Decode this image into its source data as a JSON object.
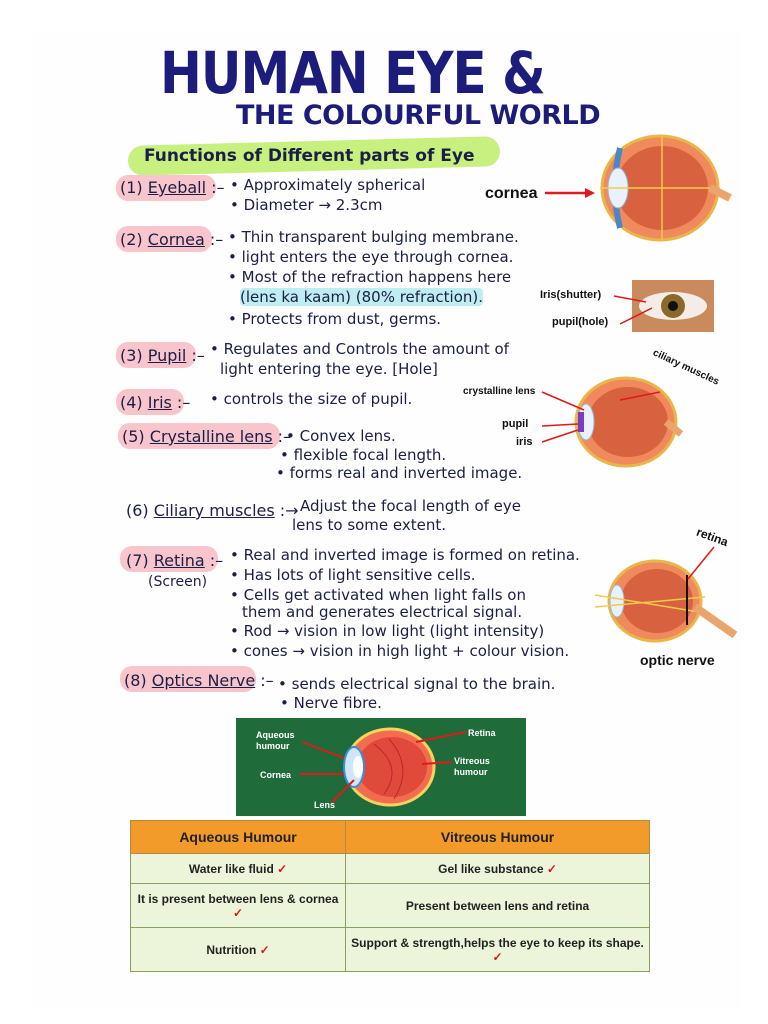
{
  "title": "HUMAN EYE &",
  "subtitle_line": "THE COLOURFUL WORLD",
  "section_heading": "Functions of Different parts of Eye",
  "parts": [
    {
      "num": "(1)",
      "name": "Eyeball",
      "points": [
        "Approximately spherical",
        "Diameter → 2.3cm"
      ]
    },
    {
      "num": "(2)",
      "name": "Cornea",
      "points": [
        "Thin transparent bulging membrane.",
        "light enters the eye through cornea.",
        "Most of the refraction happens here",
        "(lens ka kaam) (80% refraction).",
        "Protects from dust, germs."
      ]
    },
    {
      "num": "(3)",
      "name": "Pupil",
      "points": [
        "Regulates and Controls the amount of",
        "light entering the eye. [Hole]"
      ]
    },
    {
      "num": "(4)",
      "name": "Iris",
      "points": [
        "controls the size of pupil."
      ]
    },
    {
      "num": "(5)",
      "name": "Crystalline lens",
      "points": [
        "Convex lens.",
        "flexible focal length.",
        "forms real and inverted image."
      ]
    },
    {
      "num": "(6)",
      "name": "Ciliary muscles",
      "points": [
        "Adjust the focal length of eye",
        "lens to some extent."
      ]
    },
    {
      "num": "(7)",
      "name": "Retina",
      "note": "(Screen)",
      "points": [
        "Real and inverted image is formed on retina.",
        "Has lots of light sensitive cells.",
        "Cells get activated when light falls on",
        "them and generates electrical signal.",
        "Rod → vision in low light (light intensity)",
        "cones → vision in high light + colour vision."
      ]
    },
    {
      "num": "(8)",
      "name": "Optics Nerve",
      "points": [
        "sends electrical signal to the brain.",
        "Nerve fibre."
      ]
    }
  ],
  "figure_labels": {
    "cornea": "cornea",
    "iris": "Iris(shutter)",
    "pupil": "pupil(hole)",
    "crystalline_lens": "crystalline lens",
    "ciliary_muscles": "ciliary muscles",
    "pupil2": "pupil",
    "iris2": "iris",
    "retina": "retina",
    "optic_nerve": "optic nerve"
  },
  "diagram_labels": {
    "aqueous": "Aqueous humour",
    "cornea": "Cornea",
    "lens": "Lens",
    "retina": "Retina",
    "vitreous": "Vitreous humour"
  },
  "table": {
    "headers": [
      "Aqueous Humour",
      "Vitreous Humour"
    ],
    "rows": [
      [
        "Water like fluid",
        "Gel like substance"
      ],
      [
        "It is present between lens & cornea",
        "Present between lens and retina"
      ],
      [
        "Nutrition",
        "Support & strength,helps the eye to keep its shape."
      ]
    ]
  },
  "colors": {
    "ink": "#1b1f45",
    "title": "#1c1c7a",
    "highlight_green": "#c8f07e",
    "highlight_pink": "#f8c5cc",
    "table_header": "#f29b2b",
    "table_cell": "#ecf5d9",
    "diagram_bg": "#1f6b3a",
    "arrow_red": "#e0191a"
  }
}
